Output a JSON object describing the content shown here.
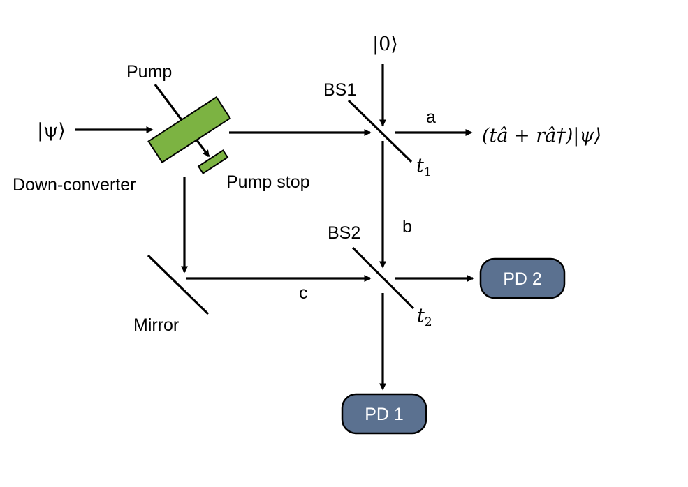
{
  "labels": {
    "input_state": "|ψ⟩",
    "vacuum_state": "|0⟩",
    "pump": "Pump",
    "pump_stop": "Pump stop",
    "down_converter": "Down-converter",
    "mirror": "Mirror",
    "bs1": "BS1",
    "bs2": "BS2",
    "mode_a": "a",
    "mode_b": "b",
    "mode_c": "c",
    "t1": "t",
    "t1_sub": "1",
    "t2": "t",
    "t2_sub": "2",
    "output_state": "(tâ + râ†)|ψ⟩",
    "pd1": "PD 1",
    "pd2": "PD 2"
  },
  "colors": {
    "crystal": "#7cb342",
    "detector_fill": "#5b7190",
    "line": "#000000"
  }
}
